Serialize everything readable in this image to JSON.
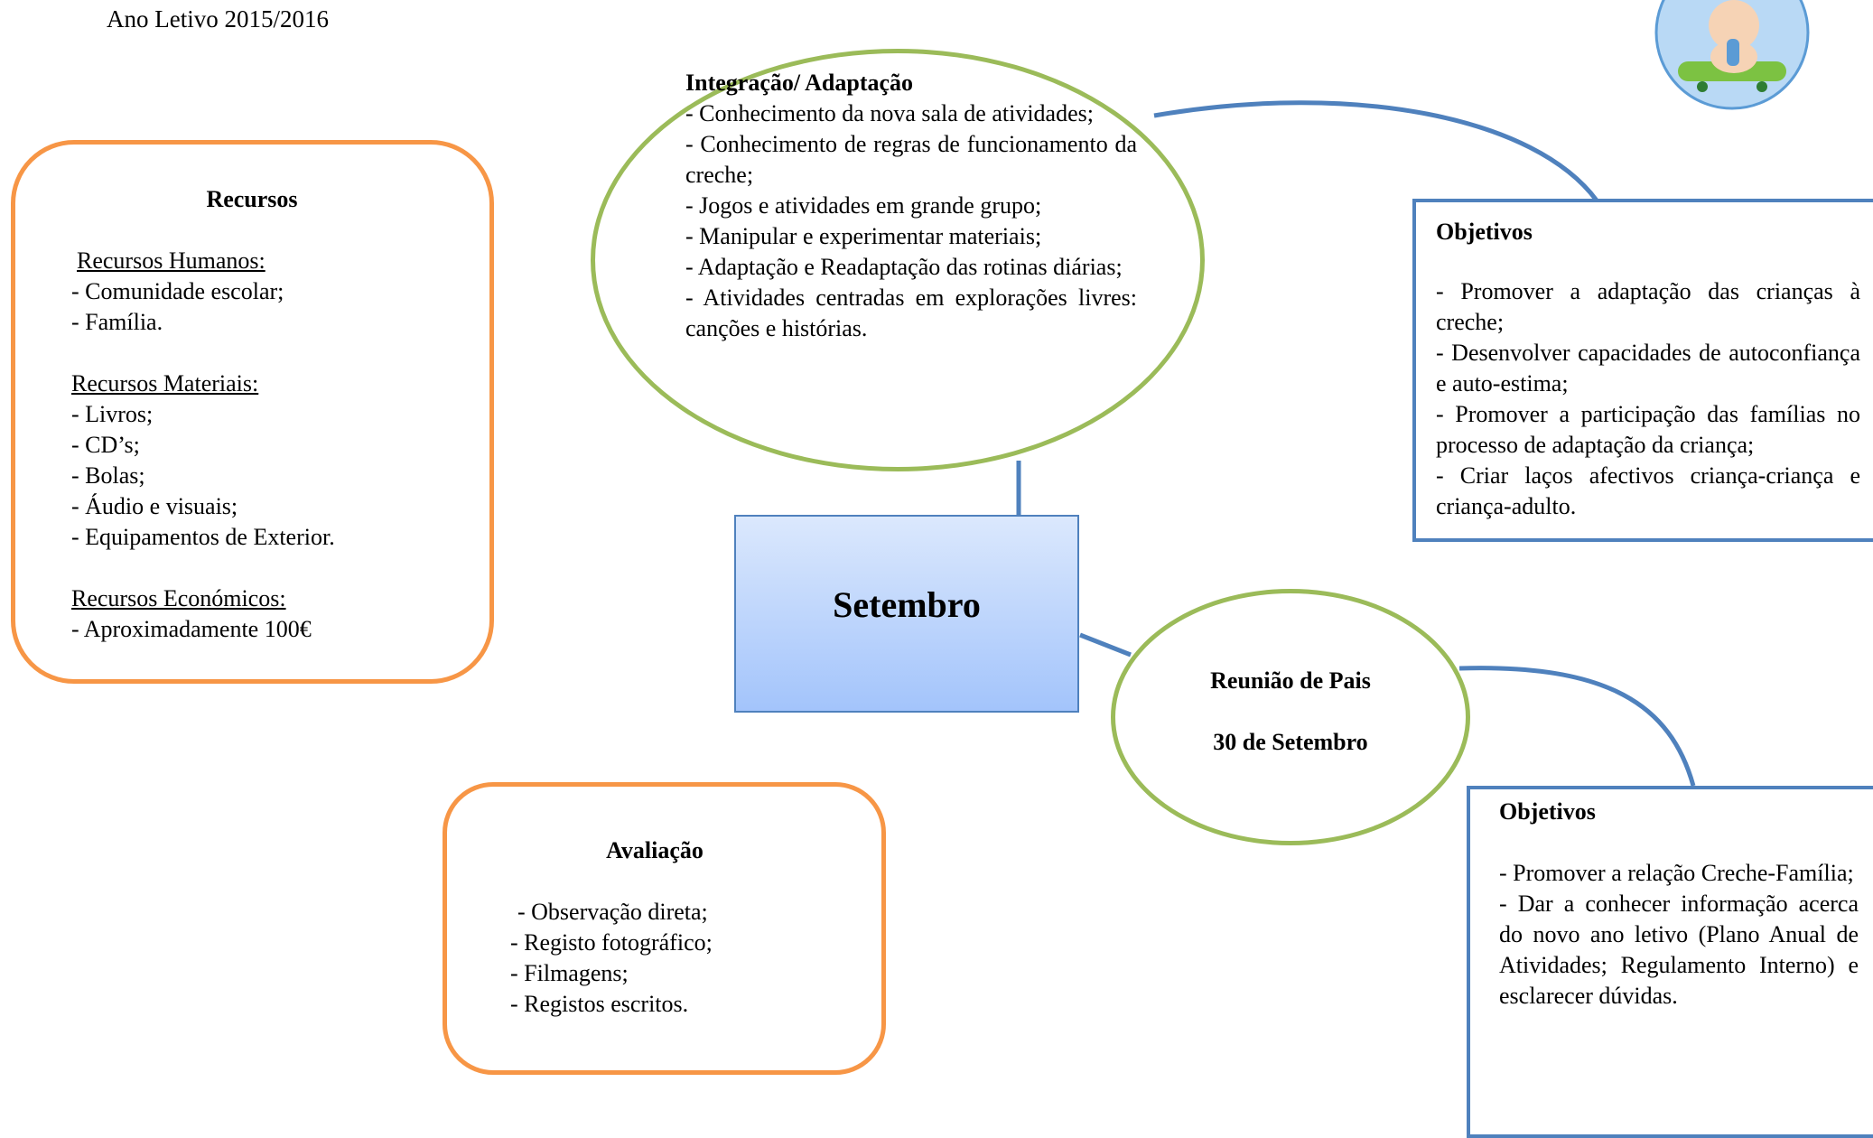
{
  "header": {
    "year": "Ano Letivo 2015/2016"
  },
  "integration": {
    "title": "Integração/ Adaptação",
    "items": [
      "- Conhecimento da nova sala de atividades;",
      "- Conhecimento de regras de funcionamento da creche;",
      "- Jogos e atividades em grande grupo;",
      "- Manipular e experimentar materiais;",
      "- Adaptação e Readaptação das rotinas diárias;",
      "- Atividades centradas em explorações livres: canções e histórias."
    ]
  },
  "resources": {
    "title": "Recursos",
    "human_heading": "Recursos Humanos:",
    "human_items": [
      "- Comunidade escolar;",
      "- Família."
    ],
    "material_heading": "Recursos Materiais:",
    "material_items": [
      "- Livros;",
      "- CD’s;",
      "- Bolas;",
      "- Áudio e visuais;",
      "- Equipamentos de Exterior."
    ],
    "economic_heading": "Recursos Económicos:",
    "economic_items": [
      "- Aproximadamente 100€"
    ]
  },
  "objectives_top": {
    "title": "Objetivos",
    "items": [
      "- Promover a adaptação das crianças à creche;",
      "- Desenvolver capacidades de autoconfiança e auto-estima;",
      "- Promover a participação das famílias no processo de adaptação da criança;",
      "- Criar laços afectivos criança-criança e criança-adulto."
    ]
  },
  "center": {
    "label": "Setembro"
  },
  "meeting": {
    "title": "Reunião de Pais",
    "date": "30 de Setembro"
  },
  "evaluation": {
    "title": "Avaliação",
    "items": [
      "- Observação direta;",
      "- Registo fotográfico;",
      "- Filmagens;",
      "- Registos escritos."
    ]
  },
  "objectives_bottom": {
    "title": "Objetivos",
    "items": [
      "- Promover a relação Creche-Família;",
      "- Dar a conhecer informação acerca do novo ano letivo (Plano Anual de Atividades; Regulamento Interno) e esclarecer dúvidas."
    ]
  },
  "colors": {
    "ellipse_border": "#9bbb59",
    "resource_border": "#f79646",
    "blue_border": "#4f81bd",
    "center_fill_top": "#dbe8fd",
    "center_fill_bottom": "#a3c4fb"
  },
  "logo": {
    "icon": "baby-logo-icon"
  }
}
